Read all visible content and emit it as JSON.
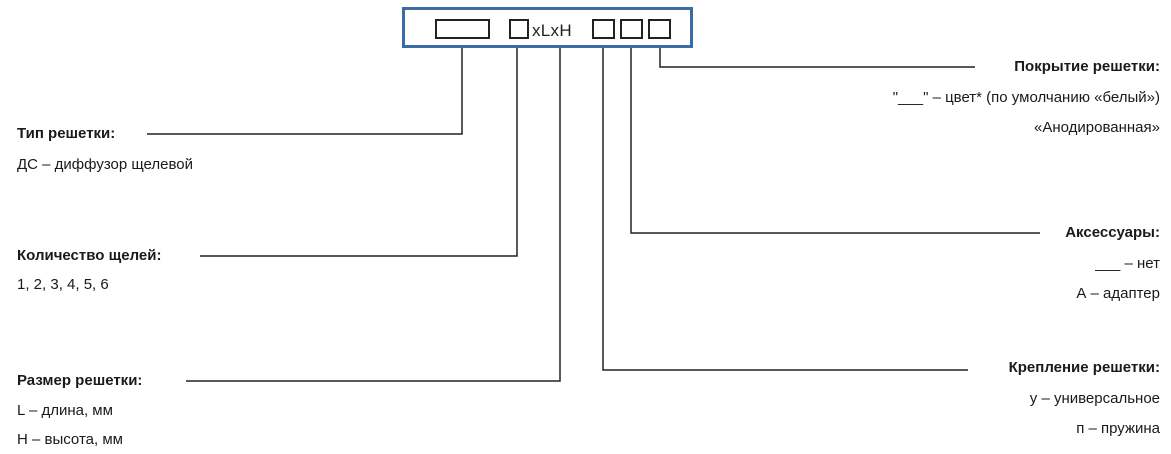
{
  "code": {
    "size_text": "xLxH"
  },
  "left_groups": [
    {
      "title": "Тип решетки:",
      "lines": [
        "ДС – диффузор щелевой"
      ]
    },
    {
      "title": "Количество щелей:",
      "lines": [
        "1, 2, 3, 4, 5, 6"
      ]
    },
    {
      "title": "Размер решетки:",
      "lines": [
        "L – длина, мм",
        "H – высота, мм"
      ]
    }
  ],
  "right_groups": [
    {
      "title": "Покрытие решетки:",
      "lines": [
        "\"___\" – цвет* (по умолчанию «белый»)",
        "«Анодированная»"
      ]
    },
    {
      "title": "Аксессуары:",
      "lines": [
        "___ – нет",
        "А – адаптер"
      ]
    },
    {
      "title": "Крепление решетки:",
      "lines": [
        "у – универсальное",
        "п – пружина"
      ]
    }
  ],
  "colors": {
    "frame": "#3c6ca8",
    "lines": "#222222"
  }
}
